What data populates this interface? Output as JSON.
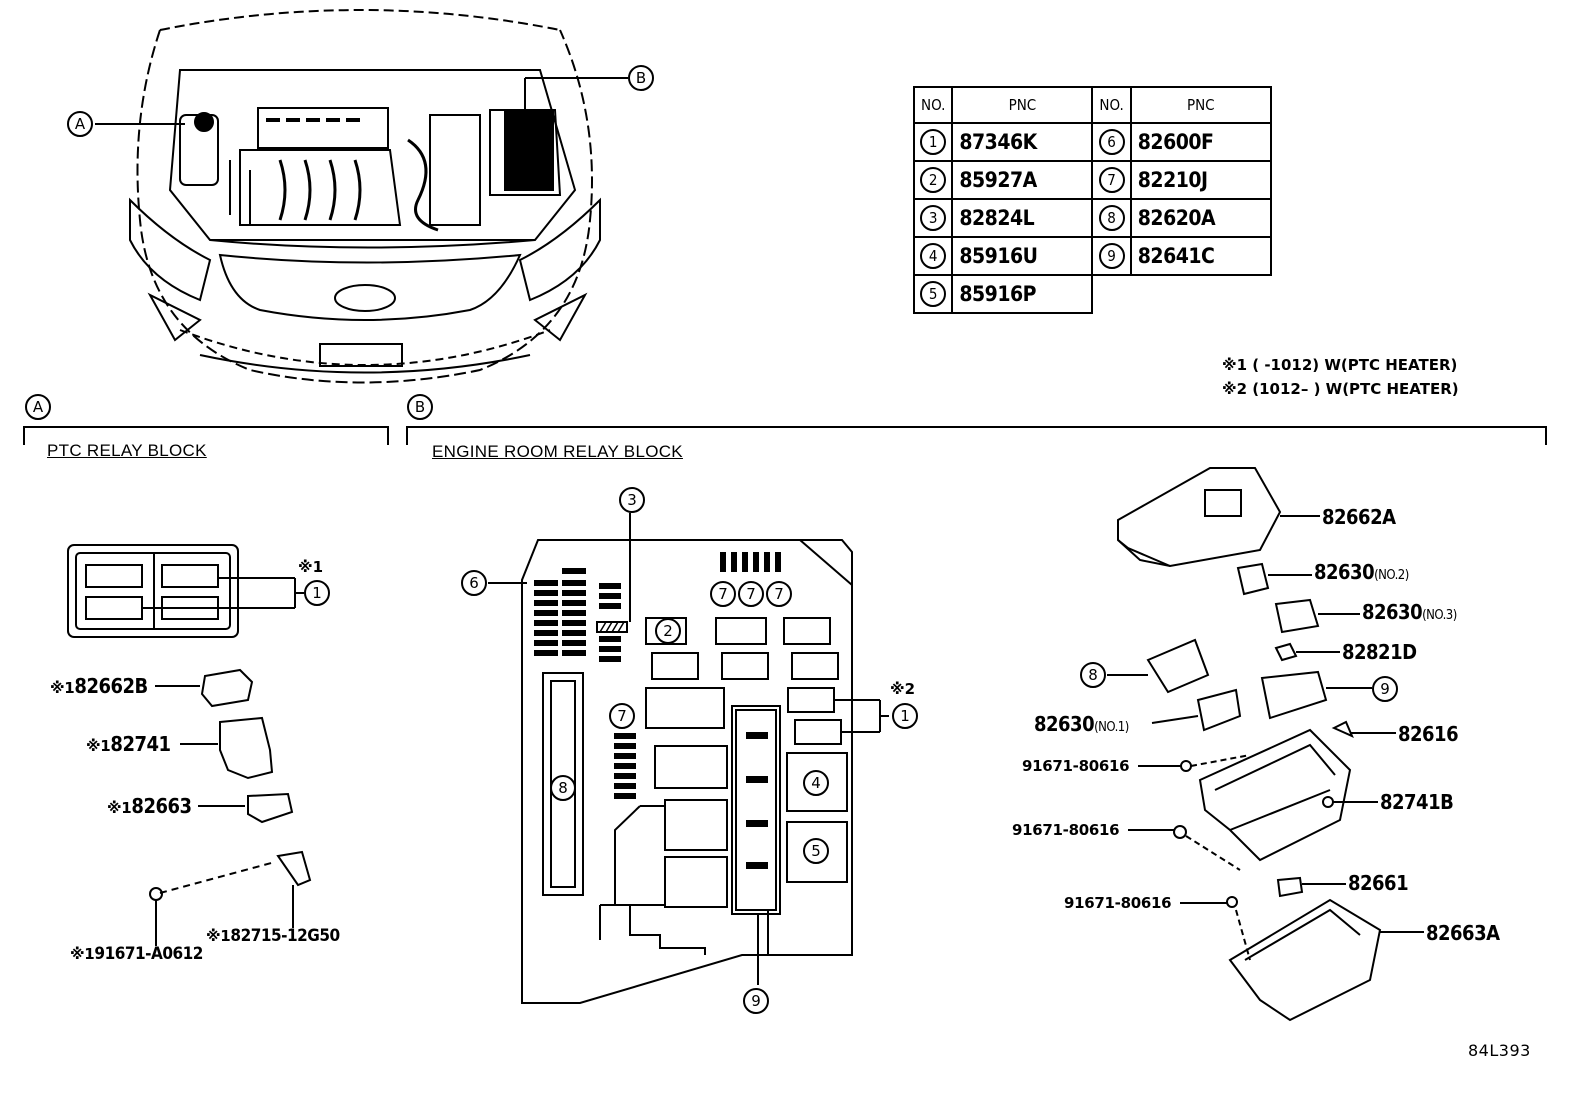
{
  "callouts": {
    "a": "A",
    "b": "B"
  },
  "sections": {
    "ptc": {
      "label": "A",
      "title": "PTC RELAY BLOCK"
    },
    "engine": {
      "label": "B",
      "title": "ENGINE ROOM RELAY BLOCK"
    }
  },
  "table": {
    "header_no": "NO.",
    "header_pnc": "PNC",
    "rows": [
      {
        "no": "1",
        "pnc": "87346K"
      },
      {
        "no": "2",
        "pnc": "85927A"
      },
      {
        "no": "3",
        "pnc": "82824L"
      },
      {
        "no": "4",
        "pnc": "85916U"
      },
      {
        "no": "5",
        "pnc": "85916P"
      },
      {
        "no": "6",
        "pnc": "82600F"
      },
      {
        "no": "7",
        "pnc": "82210J"
      },
      {
        "no": "8",
        "pnc": "82620A"
      },
      {
        "no": "9",
        "pnc": "82641C"
      }
    ]
  },
  "notes": {
    "n1": "※1 (      -1012) W(PTC HEATER)",
    "n2": "※2 (1012–      ) W(PTC HEATER)"
  },
  "ptc_parts": {
    "mark1": "※1",
    "num1": "1",
    "p1": {
      "mark": "※1",
      "pn": "82662B"
    },
    "p2": {
      "mark": "※1",
      "pn": "82741"
    },
    "p3": {
      "mark": "※1",
      "pn": "82663"
    },
    "p4": {
      "mark": "※1",
      "pn": "82715-12G50"
    },
    "p5": {
      "mark": "※1",
      "pn": "91671-A0612"
    }
  },
  "block_labels": {
    "n1": "1",
    "n2": "2",
    "n3": "3",
    "n4": "4",
    "n5": "5",
    "n6": "6",
    "n7": "7",
    "n8": "8",
    "n9": "9",
    "mark2": "※2"
  },
  "engine_parts": {
    "cover": "82662A",
    "r2": {
      "pn": "82630",
      "sub": "(NO.2)"
    },
    "r3": {
      "pn": "82630",
      "sub": "(NO.3)"
    },
    "p82821d": "82821D",
    "num8": "8",
    "num9": "9",
    "r1": {
      "pn": "82630",
      "sub": "(NO.1)"
    },
    "p82616": "82616",
    "bolt1": "91671-80616",
    "p82741b": "82741B",
    "bolt2": "91671-80616",
    "p82661": "82661",
    "bolt3": "91671-80616",
    "p82663a": "82663A"
  },
  "figure_code": "84L393"
}
